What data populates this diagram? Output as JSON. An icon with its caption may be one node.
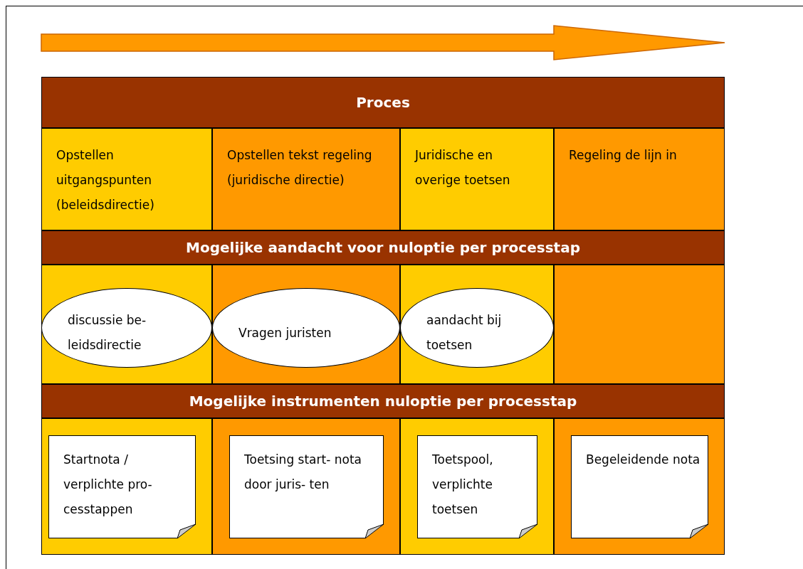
{
  "diagram": {
    "nodes": [
      {
        "text": [
          "Proces"
        ]
      },
      {
        "text": [
          "Opstellen uitgangspunten (beleidsdirectie)"
        ]
      },
      {
        "text": [
          "Opstellen tekst regeling (juridische directie)"
        ]
      },
      {
        "text": [
          "Juridische en overige toetsen"
        ]
      },
      {
        "text": [
          "Regeling de lijn in"
        ]
      },
      {
        "text": [
          "Mogelijke aandacht voor nuloptie per processtap"
        ]
      },
      {
        "text": [
          "discussie be- leidsdirectie"
        ]
      },
      {
        "text": [
          "Vragen juristen"
        ]
      },
      {
        "text": [
          "aandacht bij toetsen"
        ]
      },
      {
        "text": [
          "Mogelijke instrumenten nuloptie per processtap"
        ]
      },
      {
        "text": [
          "Startnota / verplichte pro- cesstappen"
        ]
      },
      {
        "text": [
          "Toetsing start- nota door juris- ten"
        ]
      },
      {
        "text": [
          "Toetspool, verplichte toetsen"
        ]
      },
      {
        "text": [
          "Begeleidende nota"
        ]
      }
    ],
    "edges": []
  }
}
